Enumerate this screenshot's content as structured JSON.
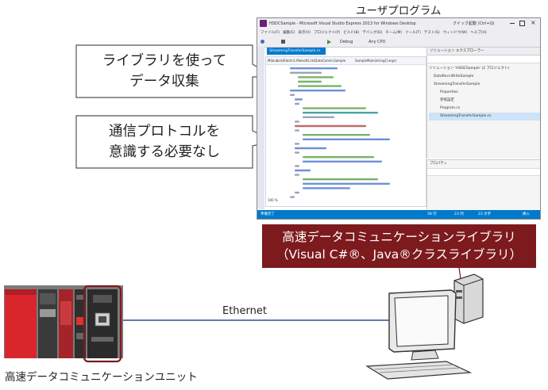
{
  "top_label": "ユーザプログラム",
  "callouts": [
    {
      "line1": "ライブラリを使って",
      "line2": "データ収集"
    },
    {
      "line1": "通信プロトコルを",
      "line2": "意識する必要なし"
    }
  ],
  "vs_window": {
    "title": "HSDCSample - Microsoft Visual Studio Express 2013 for Windows Desktop",
    "quick_launch": "クイック起動 (Ctrl+Q)",
    "menu": [
      "ファイル(F)",
      "編集(E)",
      "表示(V)",
      "プロジェクト(P)",
      "ビルド(B)",
      "デバッグ(D)",
      "チーム(M)",
      "ツール(T)",
      "テスト(S)",
      "ウィンドウ(W)",
      "ヘルプ(H)"
    ],
    "toolbar_debug": "Debug",
    "toolbar_cpu": "Any CPU",
    "editor_tab": "StreamingTransferSample.cs",
    "editor_path": "MitsubishiElectric.MelsoftL.HsDataComm.Sample",
    "editor_method": "SampleMain(string[] args)",
    "solution_title": "ソリューション エクスプローラー",
    "solution_items": [
      "ソリューション 'HSDCSample' (2 プロジェクト)",
      "DataRecvWriteSample",
      "StreamingTransferSample",
      "Properties",
      "参照設定",
      "Program.cs",
      "StreamingTransferSample.cs"
    ],
    "props_title": "プロパティ",
    "status_left": "準備完了",
    "status_ln": "58 行",
    "status_col": "23 列",
    "status_ch": "23 文字",
    "status_mode": "挿入",
    "zoom": "100 %"
  },
  "library_banner": {
    "line1": "高速データコミュニケーションライブラリ",
    "line2": "（Visual C#®、Java®クラスライブラリ）",
    "color": "#7d1a1e"
  },
  "network": {
    "label": "Ethernet"
  },
  "unit_label": "高速データコミュニケーションユニット",
  "colors": {
    "highlight_border": "#7d1a1e",
    "plc_red": "#d8262c",
    "vs_blue": "#007acc",
    "ethernet_line": "#2f4f8f"
  }
}
